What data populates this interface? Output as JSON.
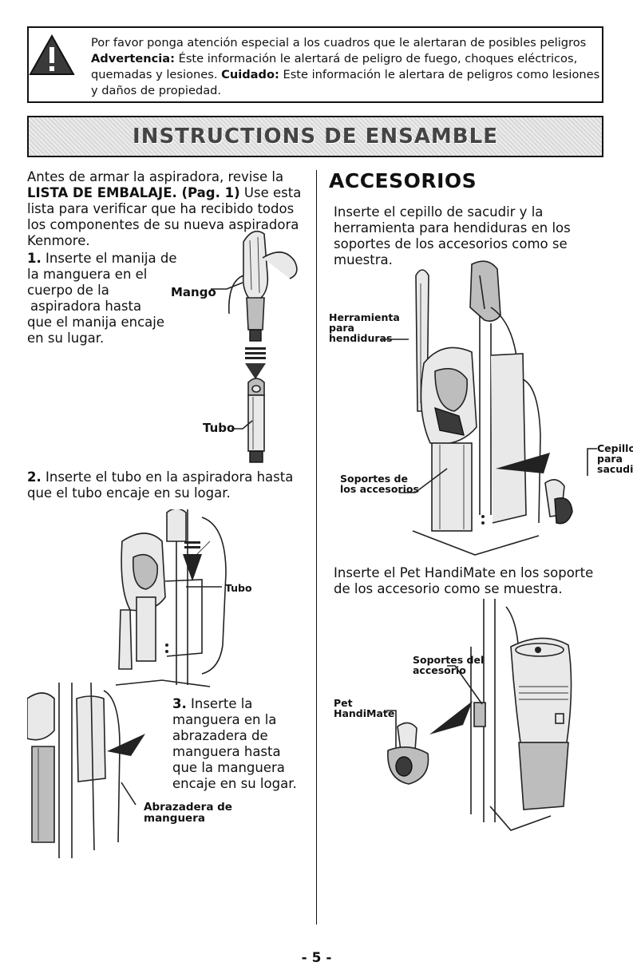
{
  "warning": {
    "line1": "Por favor ponga atención especial a los cuadros que le alertaran de posibles peligros",
    "advertencia_label": "Advertencia:",
    "line2_rest": " Éste información le alertará de peligro de fuego, choques eléctricos,",
    "line3_start": "quemadas y lesiones. ",
    "cuidado_label": "Cuidado:",
    "line3_rest": " Este información le alertara de peligros como lesiones",
    "line4": "y daños de propiedad."
  },
  "banner": {
    "title": "INSTRUCTIONS DE ENSAMBLE"
  },
  "left": {
    "intro_1": "Antes de armar la aspiradora, revise la",
    "intro_bold": "LISTA DE EMBALAJE. (Pag. 1)",
    "intro_2": " Use esta",
    "intro_3": "lista para verificar que ha recibido todos",
    "intro_4": "los componentes de su nueva aspiradora",
    "intro_5": "Kenmore.",
    "step1_num": "1.",
    "step1_lines": [
      "Inserte el manija de",
      "la manguera en el",
      "cuerpo de la",
      "aspiradora hasta",
      "que el manija encaje",
      "en su lugar."
    ],
    "label_mango": "Mango",
    "label_tubo": "Tubo",
    "step2_num": "2.",
    "step2_line1": " Inserte el tubo en la aspiradora hasta",
    "step2_line2": "que el tubo encaje en su logar.",
    "label_tubo2": "Tubo",
    "step3_num": "3.",
    "step3_lines": [
      " Inserte la",
      "manguera en la",
      "abrazadera de",
      "manguera hasta",
      "que la manguera",
      "encaje en su logar."
    ],
    "label_abrazadera_1": "Abrazadera de",
    "label_abrazadera_2": "manguera"
  },
  "right": {
    "heading": "ACCESORIOS",
    "para1": [
      "Inserte el cepillo de sacudir y la",
      "herramienta para hendiduras en los",
      "soportes de los accesorios como se",
      "muestra."
    ],
    "label_herramienta": [
      "Herramienta",
      "para",
      "hendiduras"
    ],
    "label_cepillo": [
      "Cepillo",
      "para",
      "sacudir"
    ],
    "label_soportes": [
      "Soportes de",
      "los accesorios"
    ],
    "para2": [
      "Inserte el Pet HandiMate en los soporte",
      "de los accesorio como se muestra."
    ],
    "label_soportes_del": [
      "Soportes del",
      "accesorio"
    ],
    "label_pet": [
      "Pet",
      "HandiMate"
    ]
  },
  "footer": {
    "page": "- 5 -"
  }
}
